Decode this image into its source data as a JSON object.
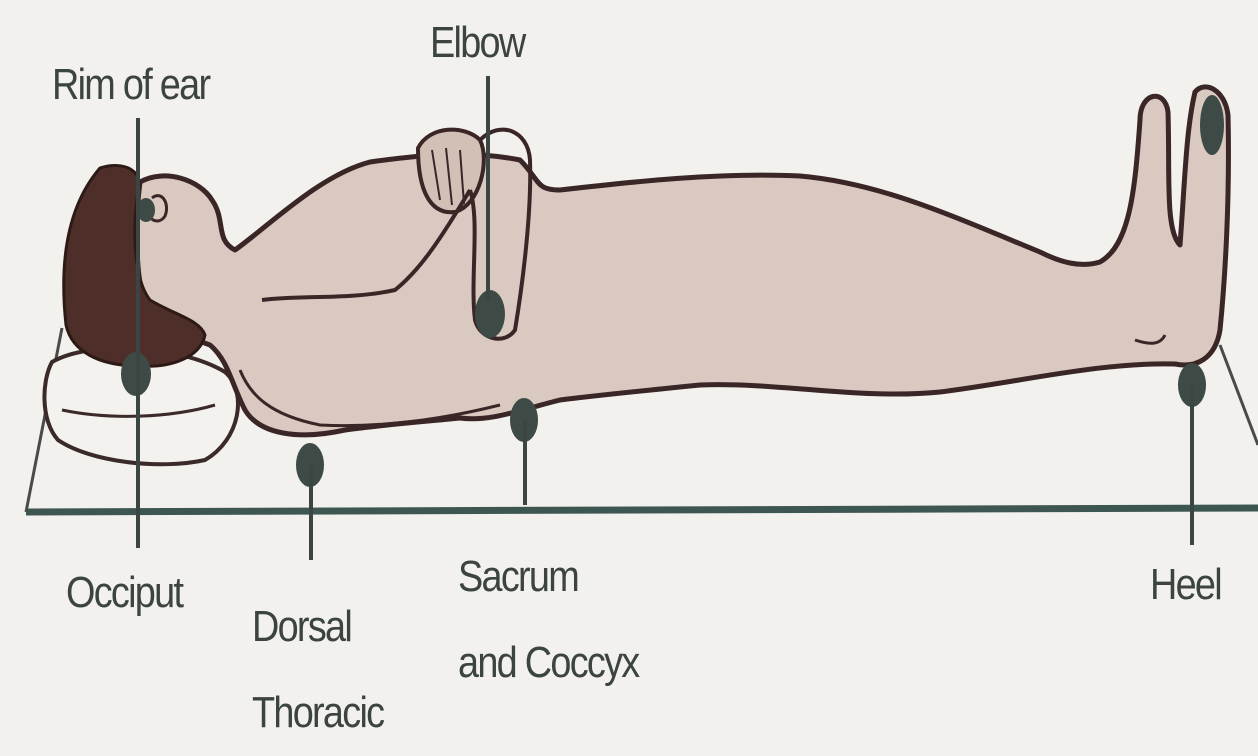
{
  "labels": {
    "rim_of_ear": "Rim of ear",
    "elbow": "Elbow",
    "occiput": "Occiput",
    "dorsal_thoracic": "Dorsal\nThoracic",
    "sacrum_and_coccyx": "Sacrum\nand Coccyx",
    "heel": "Heel"
  },
  "colors": {
    "background": "#f2f1ed",
    "skin": "#d9c9c1",
    "outline": "#3a2626",
    "hair": "#4e2e28",
    "pressure_point": "#3e4a45",
    "leader_line": "#3b4541",
    "text": "#3c4440"
  }
}
